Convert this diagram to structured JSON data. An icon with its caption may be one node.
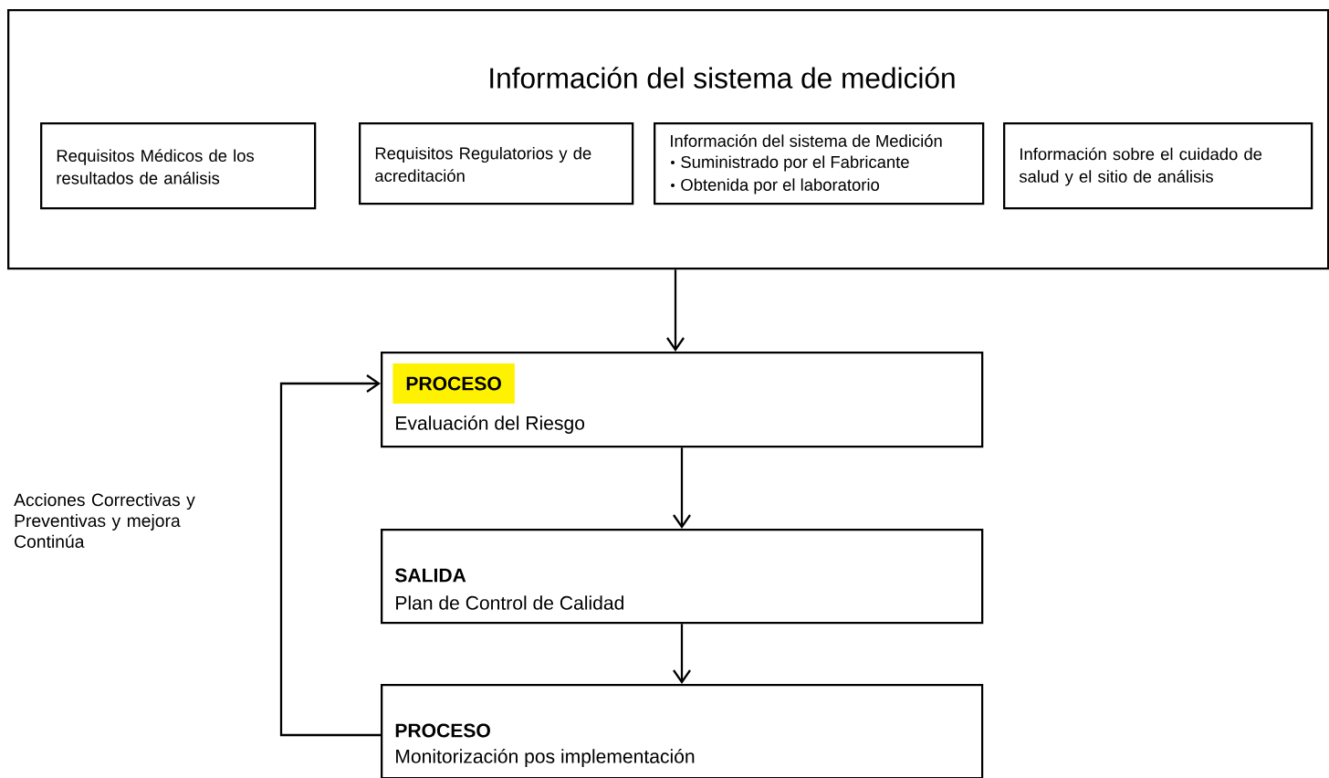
{
  "diagram": {
    "nodes": [
      {
        "text": [
          "Información del sistema de medición"
        ]
      },
      {
        "text": [
          "Requisitos Médicos de los resultados de análisis"
        ],
        "in": 0
      },
      {
        "text": [
          "Requisitos Regulatorios y de acreditación"
        ],
        "in": 0
      },
      {
        "text": [
          "Información del sistema de Medición",
          "Suministrado por el Fabricante",
          "Obtenida por el laboratorio"
        ],
        "in": 0
      },
      {
        "text": [
          "Información sobre el cuidado de salud y el sitio de análisis"
        ],
        "in": 0
      },
      {
        "text": [
          "PROCESO",
          "Evaluación del Riesgo"
        ]
      },
      {
        "text": [
          "SALIDA",
          "Plan de Control de Calidad"
        ]
      },
      {
        "text": [
          "PROCESO",
          "Monitorización pos implementación"
        ]
      }
    ],
    "edges": [
      {
        "from": 0,
        "to": 5,
        "arrow": "to"
      },
      {
        "from": 5,
        "to": 6,
        "arrow": "to"
      },
      {
        "from": 6,
        "to": 7,
        "arrow": "to"
      },
      {
        "from": 7,
        "to": 5,
        "arrow": "to",
        "label": "Acciones Correctivas y Preventivas y mejora Continúa"
      }
    ]
  }
}
